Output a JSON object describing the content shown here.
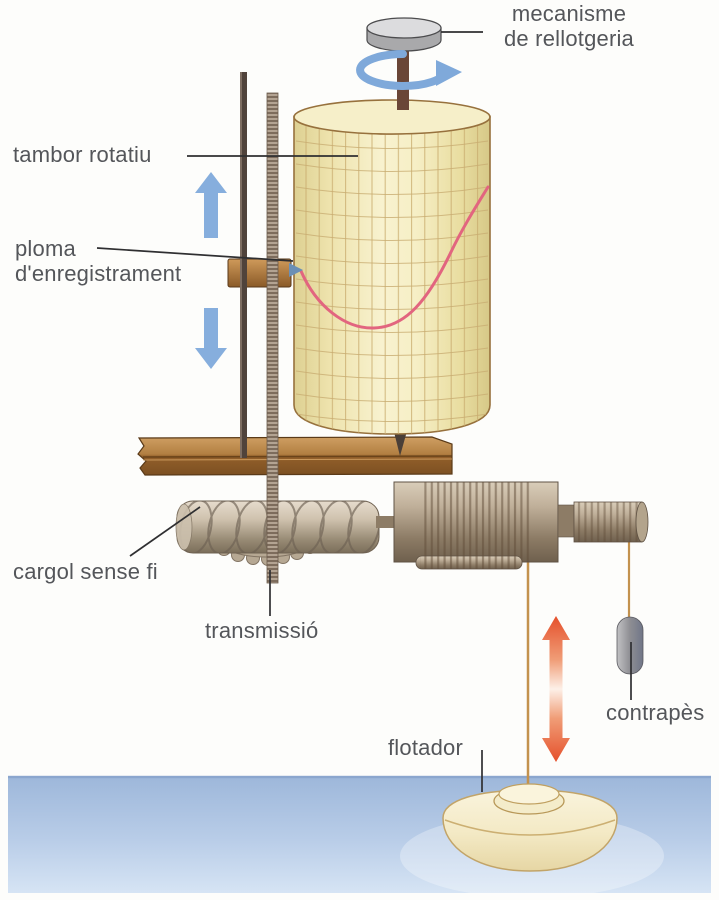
{
  "diagram": {
    "labels": {
      "mechanism_line1": "mecanisme",
      "mechanism_line2": "de rellotgeria",
      "rotating_drum": "tambor rotatiu",
      "pen_line1": "ploma",
      "pen_line2": "d'enregistrament",
      "worm_screw": "cargol sense fi",
      "transmission": "transmissió",
      "counterweight": "contrapès",
      "float": "flotador"
    },
    "colors": {
      "label_text": "#54565a",
      "water": "#a9c0e0",
      "drum_paper": "#f4edc6",
      "paper_grid": "#c8ab6d",
      "record_curve": "#e2657f",
      "motion_arrow_blue": "#86aedd",
      "motion_arrow_red": "#e5502b",
      "wood": "#a87844",
      "metal": "#a99a84",
      "cord": "#c3924e",
      "background": "#fdfdfb"
    }
  }
}
